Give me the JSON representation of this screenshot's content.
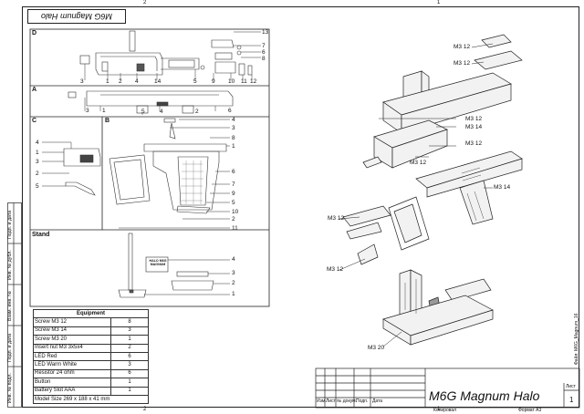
{
  "header": {
    "drawing_number_rotated": "M6G Magnum Halo",
    "zone_top_left": "2",
    "zone_top_right": "1",
    "zone_bottom_left": "2",
    "zone_bottom_right": "1"
  },
  "sections": {
    "d": "D",
    "a": "A",
    "c": "C",
    "b": "B",
    "stand": "Stand"
  },
  "callouts": {
    "d": [
      "13",
      "7",
      "6",
      "8",
      "3",
      "1",
      "2",
      "4",
      "14",
      "5",
      "9",
      "10",
      "11",
      "12"
    ],
    "a": [
      "1",
      "3",
      "5",
      "4",
      "2",
      "6"
    ],
    "c": [
      "4",
      "1",
      "3",
      "2",
      "5"
    ],
    "b": [
      "4",
      "3",
      "8",
      "1",
      "6",
      "7",
      "9",
      "5",
      "10",
      "2",
      "11"
    ],
    "stand": [
      "4",
      "3",
      "2",
      "1"
    ]
  },
  "stand_label": "HALO M6G MAGNUM",
  "equipment": {
    "title": "Equipment",
    "rows": [
      {
        "name": "Screw M3 12",
        "qty": "8"
      },
      {
        "name": "Screw M3 14",
        "qty": "3"
      },
      {
        "name": "Screw M3 20",
        "qty": "1"
      },
      {
        "name": "Insert nut M3 3x5x4",
        "qty": "2"
      },
      {
        "name": "LED Red",
        "qty": "6"
      },
      {
        "name": "LED Warm White",
        "qty": "3"
      },
      {
        "name": "Resistor 24 ohm",
        "qty": "6"
      },
      {
        "name": "Button",
        "qty": "1"
      },
      {
        "name": "Battery Slot AAA",
        "qty": "1"
      },
      {
        "name": "Model Size 269 x 188 x 41 mm",
        "qty": ""
      }
    ]
  },
  "iso_labels": {
    "l1": "M3 12",
    "l2": "M3 12",
    "l3": "M3 12",
    "l4": "M3 14",
    "l5": "M3 12",
    "l6": "M3 12",
    "l7": "M3 14",
    "l8": "M3 12",
    "l9": "M3 12",
    "l10": "M3 20"
  },
  "title_block": {
    "title": "M6G Magnum Halo",
    "col_izm": "Изм.",
    "col_list": "Лист",
    "col_ndoc": "№ докум.",
    "col_podp": "Подп.",
    "col_data": "Дата",
    "list_label": "Лист",
    "sheet_number": "1",
    "kopiroval": "Копировал",
    "format": "Формат А3",
    "file_name": "Файл: M6G_Magnum_16"
  },
  "side_strip": {
    "s1": "Подп. и дата",
    "s2": "Инв. № дубл.",
    "s3": "Взам. инв. №",
    "s4": "Подп. и дата",
    "s5": "Инв. № подл."
  }
}
